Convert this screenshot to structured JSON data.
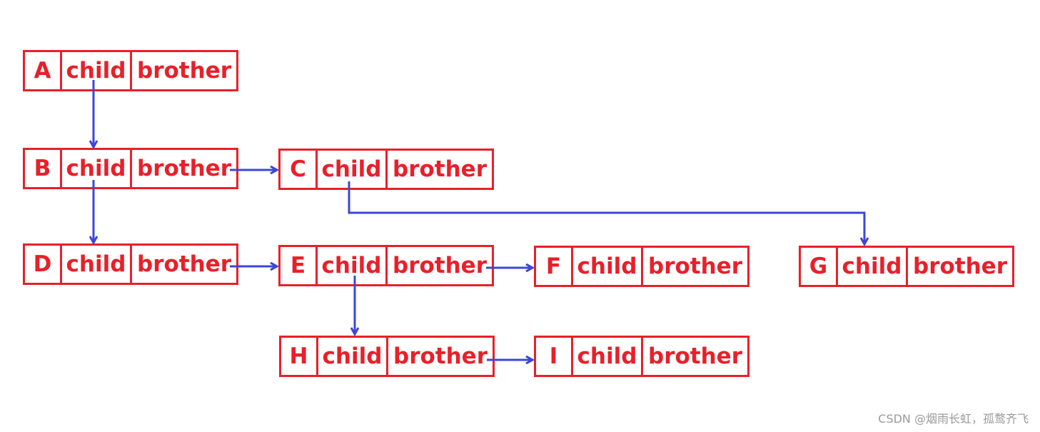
{
  "nodes": [
    {
      "id": "A",
      "name": "A",
      "child": "child",
      "brother": "brother"
    },
    {
      "id": "B",
      "name": "B",
      "child": "child",
      "brother": "brother"
    },
    {
      "id": "C",
      "name": "C",
      "child": "child",
      "brother": "brother"
    },
    {
      "id": "D",
      "name": "D",
      "child": "child",
      "brother": "brother"
    },
    {
      "id": "E",
      "name": "E",
      "child": "child",
      "brother": "brother"
    },
    {
      "id": "F",
      "name": "F",
      "child": "child",
      "brother": "brother"
    },
    {
      "id": "G",
      "name": "G",
      "child": "child",
      "brother": "brother"
    },
    {
      "id": "H",
      "name": "H",
      "child": "child",
      "brother": "brother"
    },
    {
      "id": "I",
      "name": "I",
      "child": "child",
      "brother": "brother"
    }
  ],
  "edges": [
    {
      "from": "A",
      "to": "B",
      "kind": "child"
    },
    {
      "from": "B",
      "to": "D",
      "kind": "child"
    },
    {
      "from": "B",
      "to": "C",
      "kind": "brother"
    },
    {
      "from": "C",
      "to": "G",
      "kind": "child"
    },
    {
      "from": "D",
      "to": "E",
      "kind": "brother"
    },
    {
      "from": "E",
      "to": "F",
      "kind": "brother"
    },
    {
      "from": "E",
      "to": "H",
      "kind": "child"
    },
    {
      "from": "H",
      "to": "I",
      "kind": "brother"
    }
  ],
  "watermark": "CSDN @烟雨长虹，孤鹜齐飞",
  "colors": {
    "box": "#e8202a",
    "text": "#e8202a",
    "arrow": "#3b47d6",
    "watermark": "#9a9a9a"
  }
}
